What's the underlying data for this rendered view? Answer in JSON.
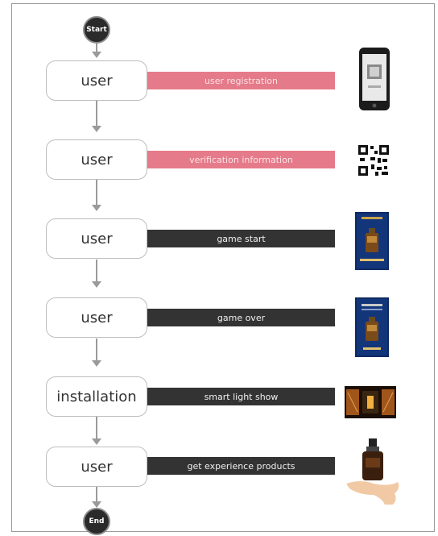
{
  "start_label": "Start",
  "end_label": "End",
  "steps": [
    {
      "node": "user",
      "action": "user registration",
      "style": "pink",
      "image": "phone-qr-icon"
    },
    {
      "node": "user",
      "action": "verification information",
      "style": "pink",
      "image": "qr-code-icon"
    },
    {
      "node": "user",
      "action": "game start",
      "style": "dark",
      "image": "game-poster-icon"
    },
    {
      "node": "user",
      "action": "game over",
      "style": "dark",
      "image": "game-poster-icon"
    },
    {
      "node": "installation",
      "action": "smart light show",
      "style": "dark",
      "image": "light-show-icon"
    },
    {
      "node": "user",
      "action": "get experience products",
      "style": "dark",
      "image": "product-in-hand-icon"
    }
  ]
}
